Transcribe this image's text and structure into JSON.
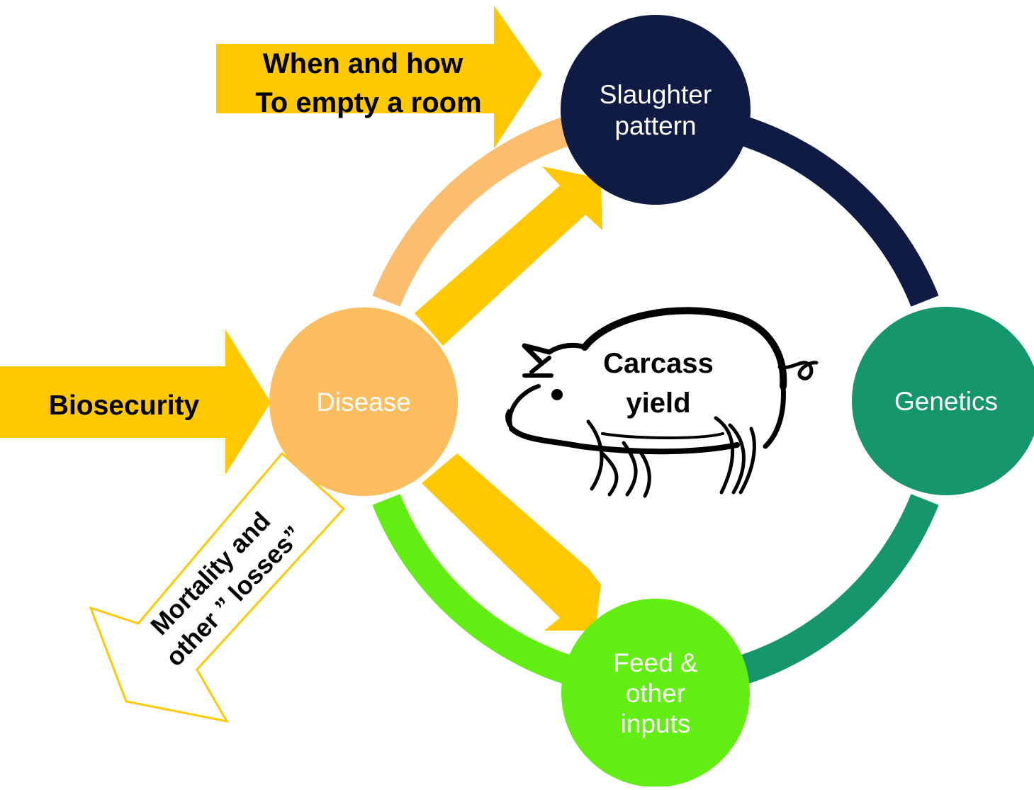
{
  "center": {
    "line1": "Carcass",
    "line2": "yield",
    "icon": "pig-icon"
  },
  "nodes": {
    "slaughter": {
      "line1": "Slaughter",
      "line2": "pattern",
      "color": "#101b44"
    },
    "genetics": {
      "label": "Genetics",
      "color": "#16966d"
    },
    "feed": {
      "line1": "Feed &",
      "line2": "other",
      "line3": "inputs",
      "color": "#62ee12"
    },
    "disease": {
      "label": "Disease",
      "color": "#fbbd5e"
    }
  },
  "arrows": {
    "biosecurity": "Biosecurity",
    "empty_room_line1": "When and how",
    "empty_room_line2": "To empty a room",
    "mortality_line1": "Mortality and",
    "mortality_line2": "other ” losses”"
  },
  "colors": {
    "arrow_fill": "#ffc800",
    "ring_disease_slaughter": "#fbbd6e",
    "ring_slaughter_genetics": "#101b44",
    "ring_genetics_feed": "#16966d",
    "ring_feed_disease": "#62ee12"
  }
}
